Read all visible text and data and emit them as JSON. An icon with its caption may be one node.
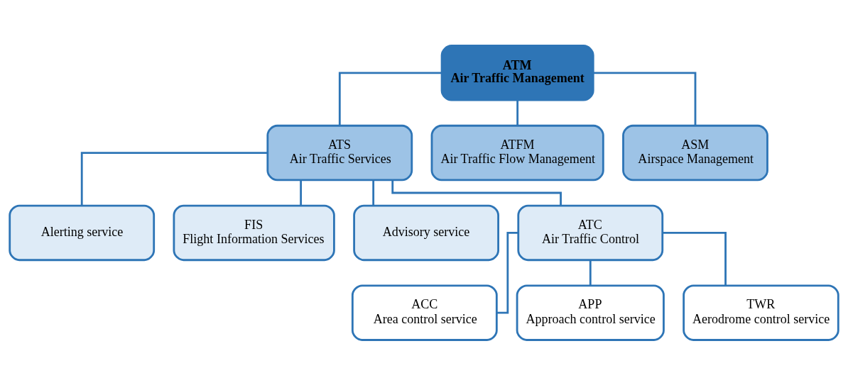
{
  "diagram": {
    "nodes": [
      {
        "text": [
          "ATM",
          "Air Traffic Management"
        ]
      },
      {
        "text": [
          "ATS",
          "Air Traffic Services"
        ]
      },
      {
        "text": [
          "ATFM",
          "Air Traffic Flow Management"
        ]
      },
      {
        "text": [
          "ASM",
          "Airspace Management"
        ]
      },
      {
        "text": [
          "Alerting service"
        ]
      },
      {
        "text": [
          "FIS",
          "Flight Information Services"
        ]
      },
      {
        "text": [
          "Advisory service"
        ]
      },
      {
        "text": [
          "ATC",
          "Air Traffic Control"
        ]
      },
      {
        "text": [
          "ACC",
          "Area control service"
        ]
      },
      {
        "text": [
          "APP",
          "Approach control service"
        ]
      },
      {
        "text": [
          "TWR",
          "Aerodrome control service"
        ]
      }
    ],
    "edges": [
      {
        "from": 0,
        "to": 1,
        "arrow": "none"
      },
      {
        "from": 0,
        "to": 2,
        "arrow": "none"
      },
      {
        "from": 0,
        "to": 3,
        "arrow": "none"
      },
      {
        "from": 1,
        "to": 4,
        "arrow": "none"
      },
      {
        "from": 1,
        "to": 5,
        "arrow": "none"
      },
      {
        "from": 1,
        "to": 6,
        "arrow": "none"
      },
      {
        "from": 1,
        "to": 7,
        "arrow": "none"
      },
      {
        "from": 7,
        "to": 8,
        "arrow": "none"
      },
      {
        "from": 7,
        "to": 9,
        "arrow": "none"
      },
      {
        "from": 7,
        "to": 10,
        "arrow": "none"
      }
    ]
  }
}
